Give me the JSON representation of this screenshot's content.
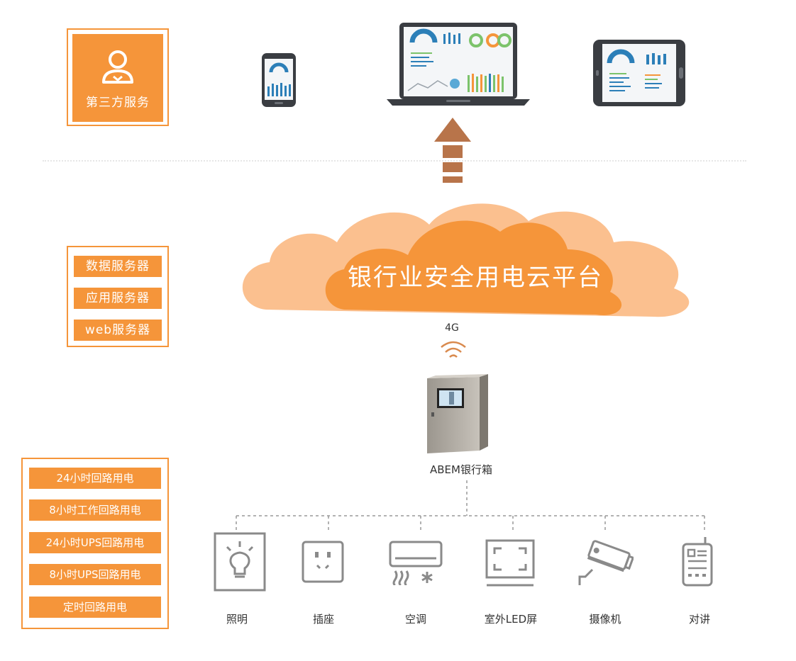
{
  "third_party": {
    "label": "第三方服务",
    "icon": "user-icon"
  },
  "servers": [
    "数据服务器",
    "应用服务器",
    "web服务器"
  ],
  "circuits": [
    "24小时回路用电",
    "8小时工作回路用电",
    "24小时UPS回路用电",
    "8小时UPS回路用电",
    "定时回路用电"
  ],
  "cloud": {
    "title": "银行业安全用电云平台"
  },
  "network": {
    "label": "4G"
  },
  "cabinet": {
    "label": "ABEM银行箱"
  },
  "devices": [
    {
      "label": "照明",
      "icon": "light-bulb-icon"
    },
    {
      "label": "插座",
      "icon": "power-socket-icon"
    },
    {
      "label": "空调",
      "icon": "air-conditioner-icon"
    },
    {
      "label": "室外LED屏",
      "icon": "led-screen-icon"
    },
    {
      "label": "摄像机",
      "icon": "camera-icon"
    },
    {
      "label": "对讲",
      "icon": "intercom-icon"
    }
  ],
  "colors": {
    "accent": "#f5953a",
    "cloud_light": "#fbc08f",
    "arrow": "#b8744a",
    "icon_gray": "#8a8a8a"
  }
}
